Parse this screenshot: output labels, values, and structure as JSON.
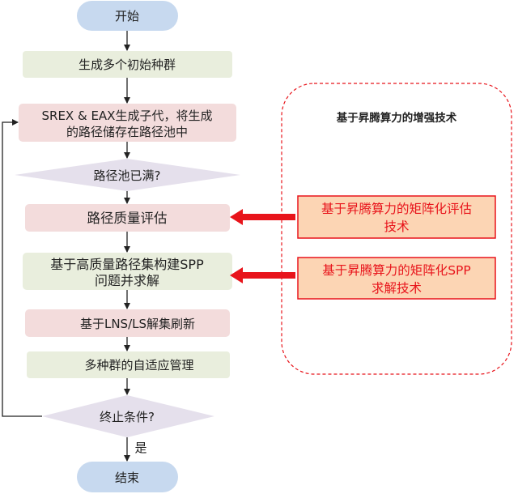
{
  "colors": {
    "terminal": "#c7d9ef",
    "process_green": "#e9eedd",
    "process_pink": "#f3dcdc",
    "decision": "#e5e0ec",
    "highlight_fill": "#fcd5b4",
    "accent_red": "#e8141b"
  },
  "flow": {
    "start": "开始",
    "step1": "生成多个初始种群",
    "step2_line1": "SREX & EAX生成子代，将生成",
    "step2_line2": "的路径储存在路径池中",
    "decision1": "路径池已满?",
    "step3": "路径质量评估",
    "step4_line1": "基于高质量路径集构建SPP",
    "step4_line2": "问题并求解",
    "step5": "基于LNS/LS解集刷新",
    "step6": "多种群的自适应管理",
    "decision2": "终止条件?",
    "yes_label": "是",
    "end": "结束"
  },
  "enhancement": {
    "title": "基于昇腾算力的增强技术",
    "tech1_line1": "基于昇腾算力的矩阵化评估",
    "tech1_line2": "技术",
    "tech2_line1": "基于昇腾算力的矩阵化SPP",
    "tech2_line2": "求解技术"
  }
}
